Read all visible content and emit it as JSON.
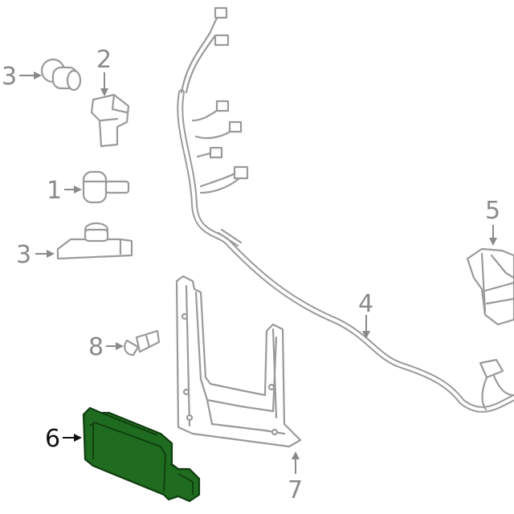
{
  "callouts": {
    "c1": "1",
    "c2": "2",
    "c3a": "3",
    "c3b": "3",
    "c4": "4",
    "c5": "5",
    "c6": "6",
    "c7": "7",
    "c8": "8"
  },
  "colors": {
    "highlight_fill": "#1f6b1f",
    "highlight_stroke": "#0f3d0f",
    "line": "#9a9a9a",
    "callout_active": "#111111"
  }
}
